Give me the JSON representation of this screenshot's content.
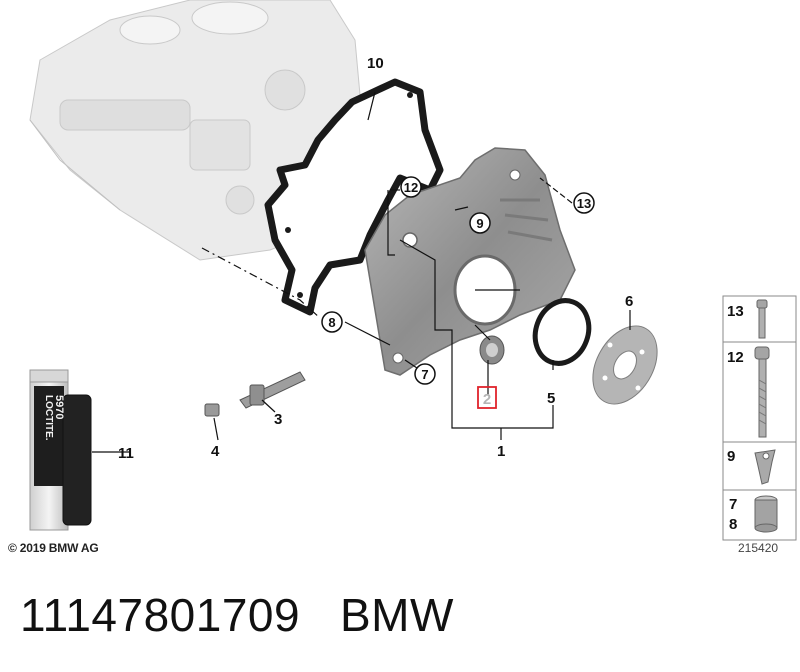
{
  "copyright": "© 2019 BMW AG",
  "drawing_number": "215420",
  "caption": {
    "part_number": "11147801709",
    "brand": "BMW"
  },
  "product_label": {
    "brand": "LOCTITE.",
    "product": "5970"
  },
  "callouts": {
    "c1": "1",
    "c2": "2",
    "c3": "3",
    "c4": "4",
    "c5": "5",
    "c6": "6",
    "c7": "7",
    "c8": "8",
    "c9": "9",
    "c10": "10",
    "c11": "11",
    "c12": "12",
    "c13": "13"
  },
  "legend": {
    "r13": "13",
    "r12": "12",
    "r9": "9",
    "r7": "7",
    "r8": "8"
  },
  "colors": {
    "highlight": "#e0232b",
    "line": "#111111",
    "part_grey": "#9a9a9a",
    "block_grey": "#e6e6e6"
  }
}
